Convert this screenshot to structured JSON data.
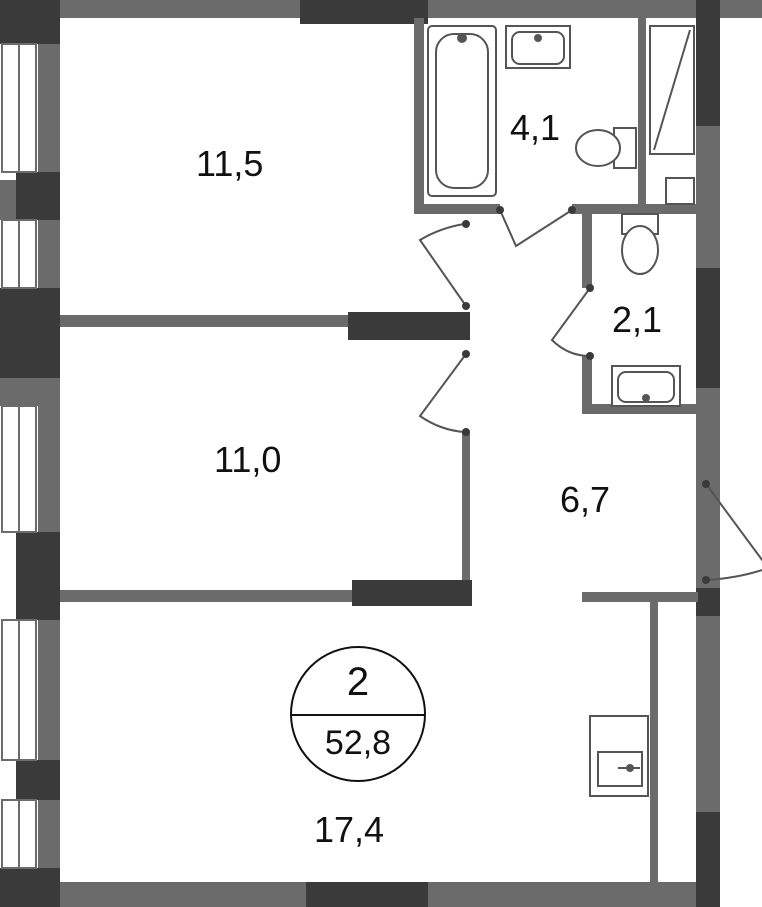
{
  "plan": {
    "rooms_count": "2",
    "total_area": "52,8",
    "rooms": [
      {
        "id": "bedroom",
        "area": "11,5"
      },
      {
        "id": "bathroom",
        "area": "4,1"
      },
      {
        "id": "toilet",
        "area": "2,1"
      },
      {
        "id": "bedroom-2",
        "area": "11,0"
      },
      {
        "id": "hall",
        "area": "6,7"
      },
      {
        "id": "living-kitchen",
        "area": "17,4"
      }
    ],
    "colors": {
      "wall_grey": "#6b6b6b",
      "wall_dark": "#3a3a3a",
      "fixture_line": "#555555",
      "background": "#ffffff"
    }
  }
}
